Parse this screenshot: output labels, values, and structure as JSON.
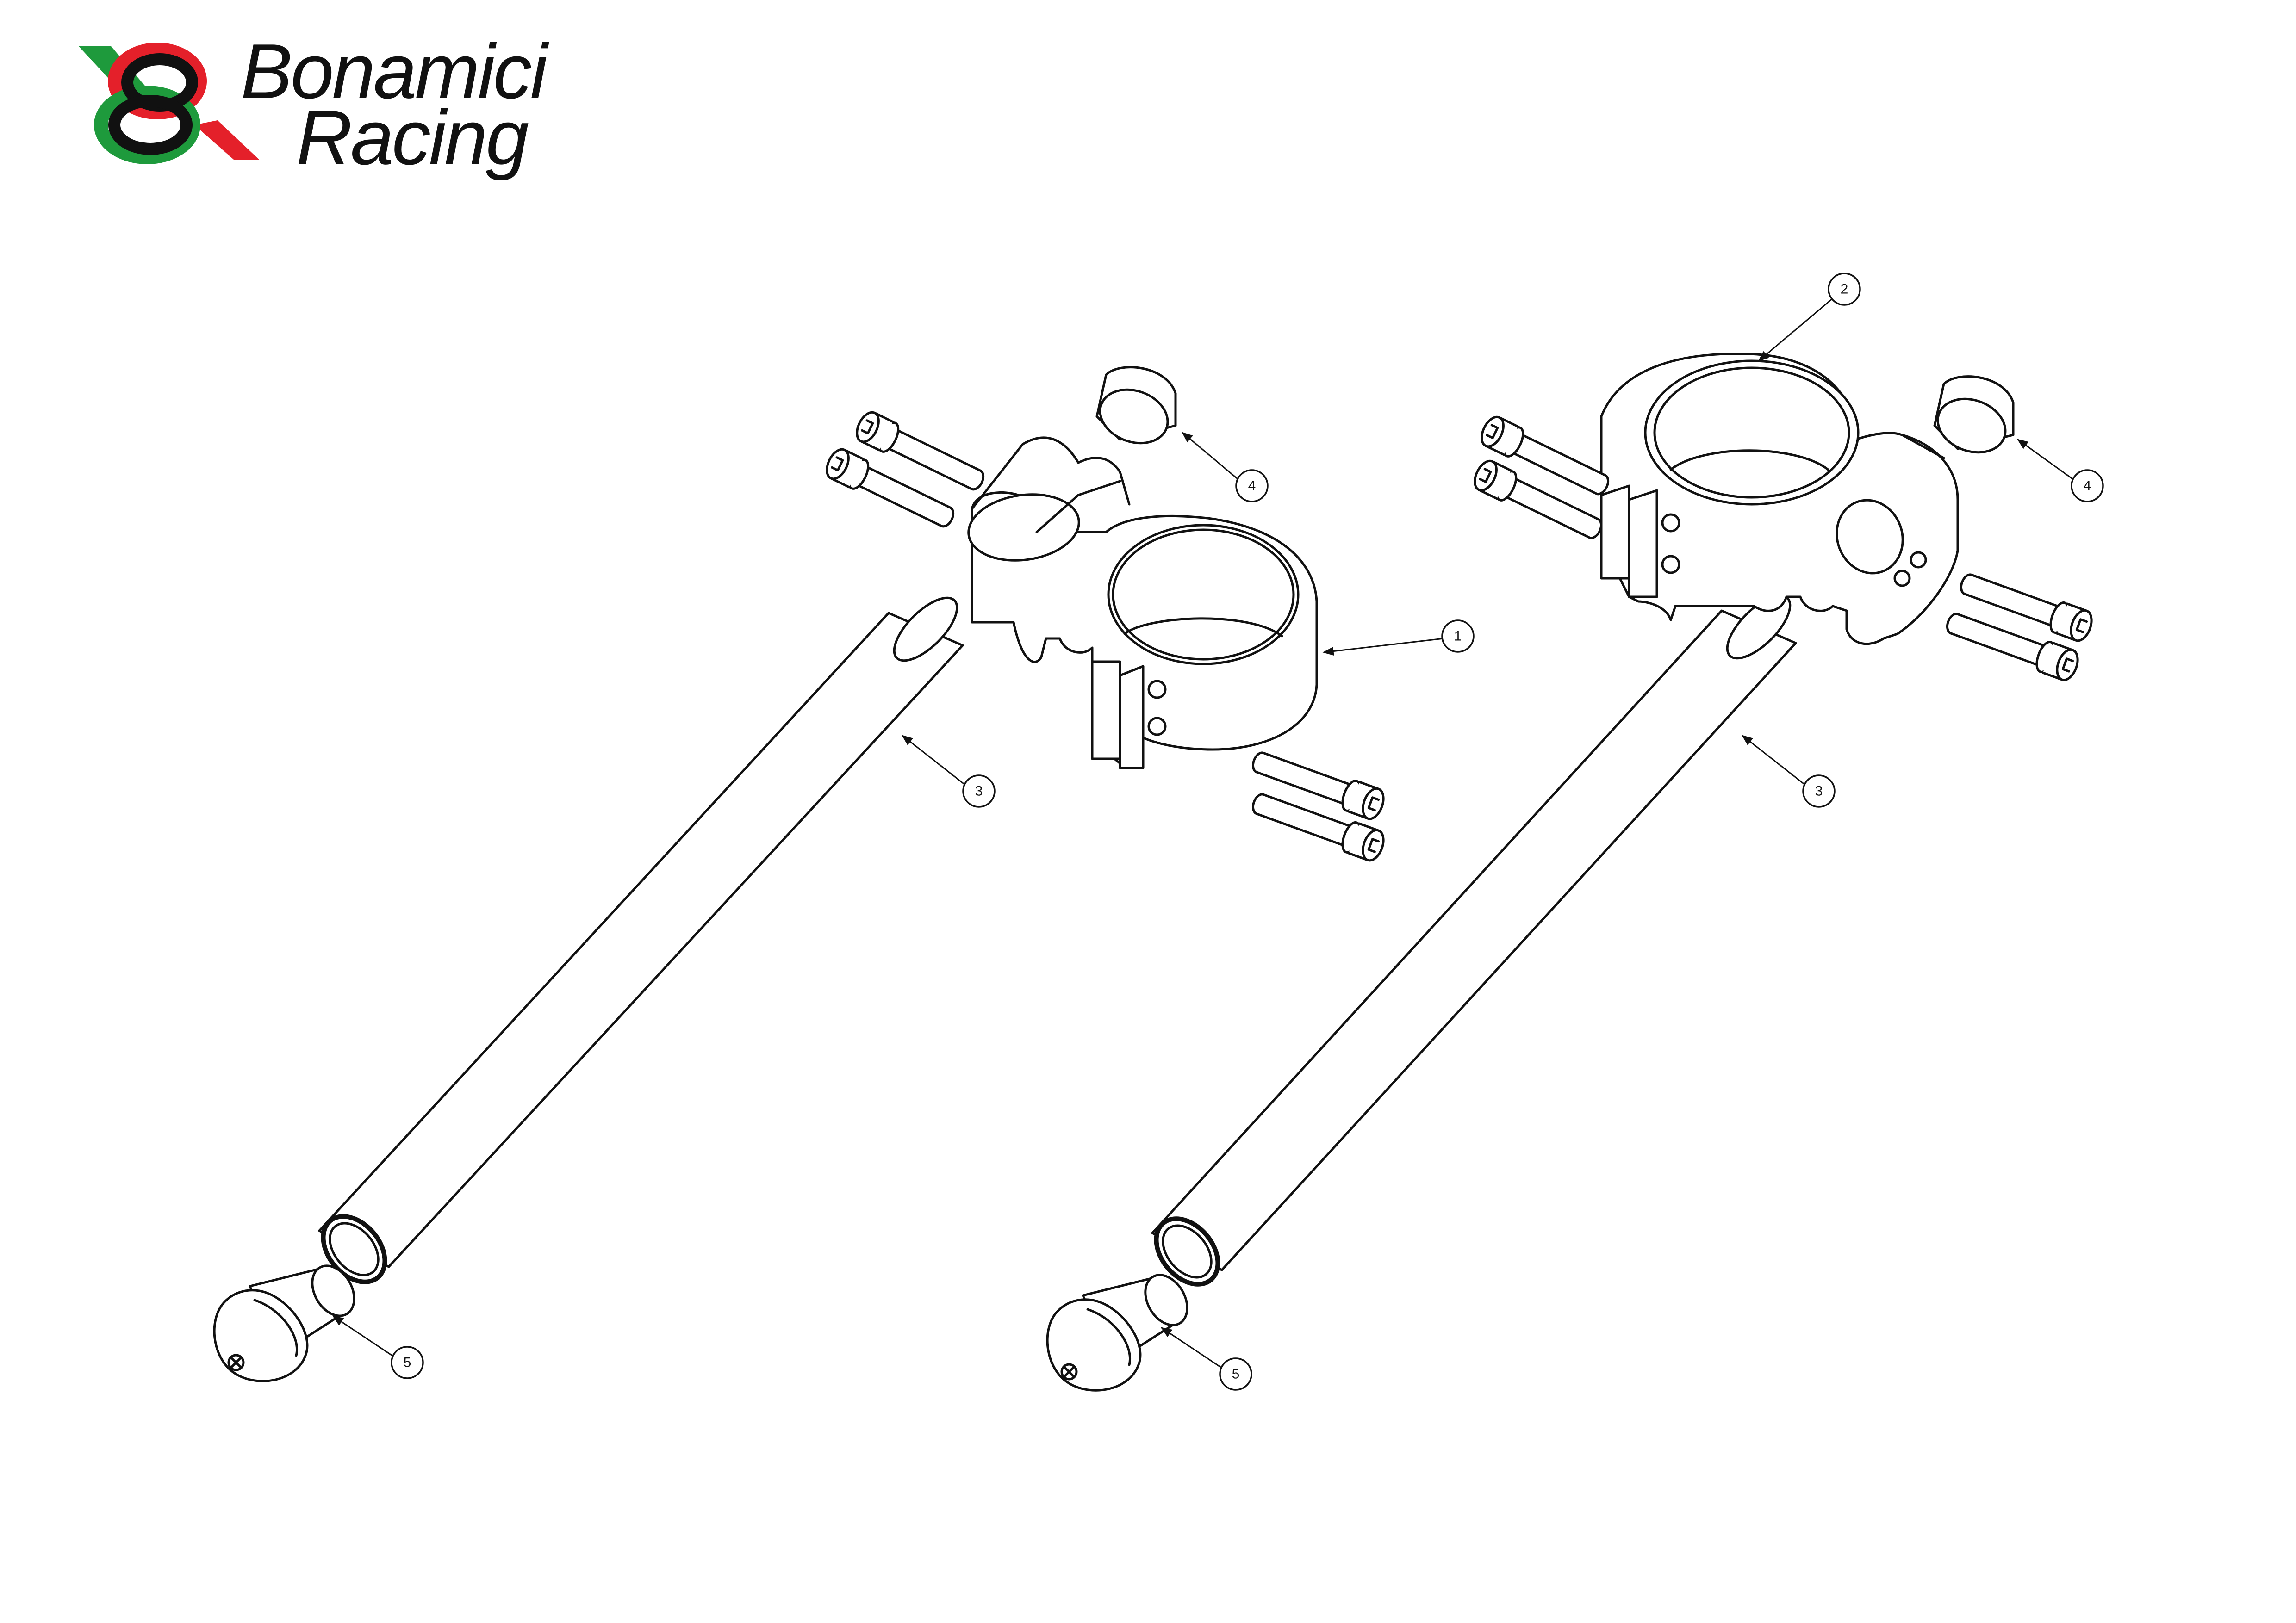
{
  "brand": {
    "line1": "Bonamici",
    "line2": "Racing",
    "colors": {
      "green": "#1e9a3c",
      "red": "#e4202a",
      "black": "#111111"
    }
  },
  "callouts": [
    {
      "id": "left-clamp",
      "label": "1"
    },
    {
      "id": "right-clamp",
      "label": "2"
    },
    {
      "id": "left-bar",
      "label": "3"
    },
    {
      "id": "right-bar",
      "label": "3"
    },
    {
      "id": "left-plug",
      "label": "4"
    },
    {
      "id": "right-plug",
      "label": "4"
    },
    {
      "id": "left-end-cap",
      "label": "5"
    },
    {
      "id": "right-end-cap",
      "label": "5"
    }
  ]
}
